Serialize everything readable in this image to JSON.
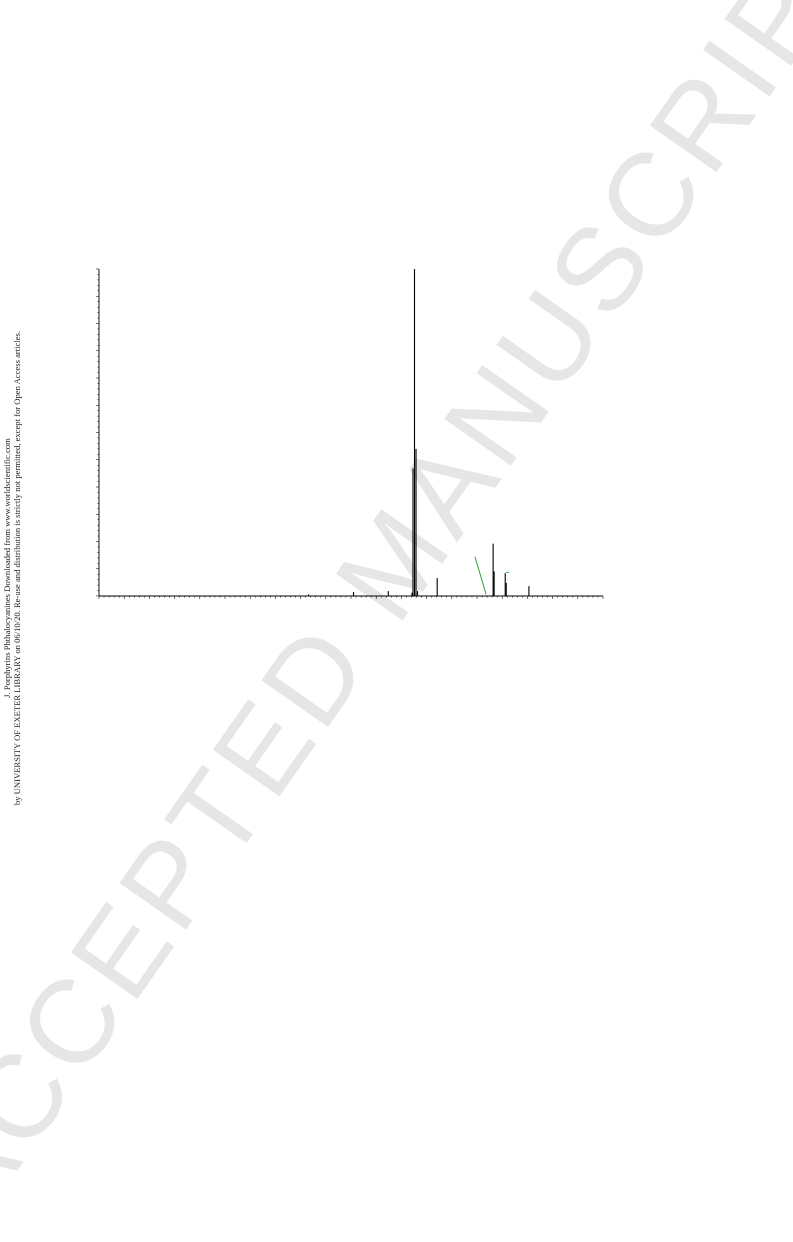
{
  "watermark": {
    "text": "ACCEPTED MANUSCRIPT"
  },
  "side_note": {
    "line1": "J. Porphyrins Phthalocyanines Downloaded from www.worldscientific.com",
    "line2": "by UNIVERSITY OF EXETER LIBRARY on 06/10/20. Re-use and distribution is strictly not permitted, except for Open Access articles."
  },
  "chart_data": {
    "type": "line",
    "title": "",
    "xlabel": "",
    "ylabel": "",
    "xlim": [
      0,
      1000
    ],
    "ylim": [
      0,
      100
    ],
    "x_minor_ticks": 100,
    "x_major_every": 5,
    "y_minor_ticks": 60,
    "y_major_every": 5,
    "grid": false,
    "colors": {
      "spectrum": "#000000",
      "isotope_marker": "#2e9e3e"
    },
    "peaks": [
      {
        "x": 416,
        "y": 0.5
      },
      {
        "x": 505,
        "y": 1.2
      },
      {
        "x": 574,
        "y": 1.5
      },
      {
        "x": 621,
        "y": 1.0
      },
      {
        "x": 623,
        "y": 39
      },
      {
        "x": 626,
        "y": 100
      },
      {
        "x": 629,
        "y": 45
      },
      {
        "x": 632,
        "y": 1.5
      },
      {
        "x": 671,
        "y": 5.5
      },
      {
        "x": 782,
        "y": 16
      },
      {
        "x": 784,
        "y": 7.5
      },
      {
        "x": 806,
        "y": 7
      },
      {
        "x": 808,
        "y": 4
      },
      {
        "x": 853,
        "y": 3
      }
    ],
    "annotations": [
      {
        "type": "isotope-envelope",
        "x": [
          746,
          768
        ],
        "y": [
          12,
          0.5
        ]
      },
      {
        "type": "isotope-envelope",
        "x": [
          808,
          813
        ],
        "y": [
          7.2,
          7.2
        ]
      }
    ]
  }
}
